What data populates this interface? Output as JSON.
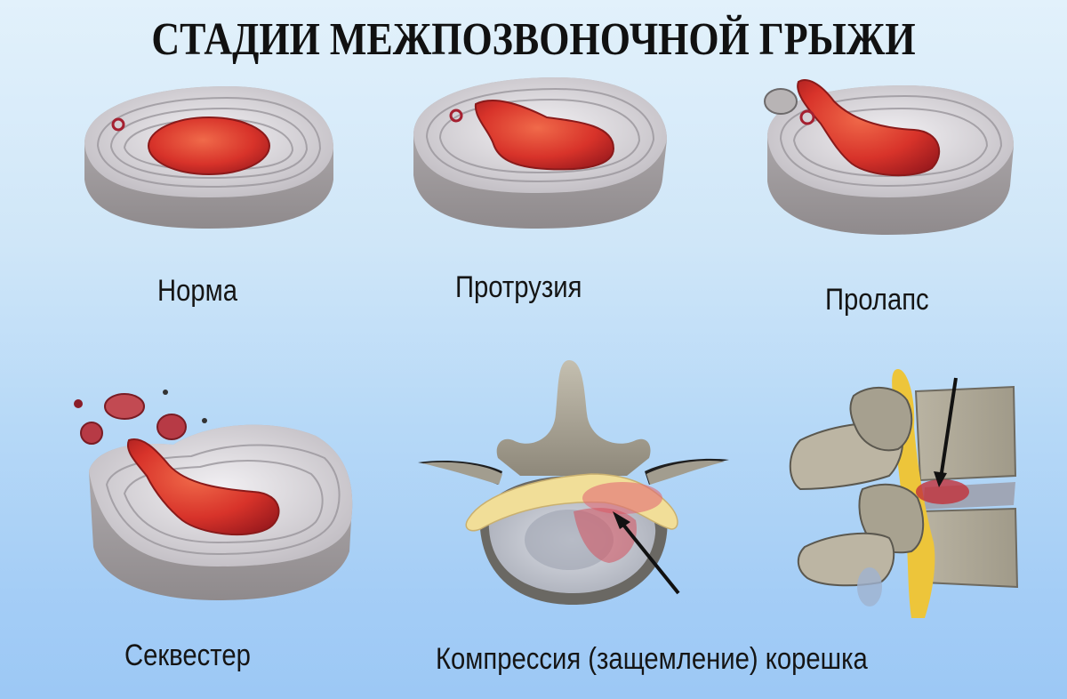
{
  "title": "СТАДИИ МЕЖПОЗВОНОЧНОЙ ГРЫЖИ",
  "stages": [
    {
      "id": "norma",
      "label": "Норма"
    },
    {
      "id": "protrusion",
      "label": "Протрузия"
    },
    {
      "id": "prolapse",
      "label": "Пролапс"
    },
    {
      "id": "sequester",
      "label": "Секвестер"
    },
    {
      "id": "compression",
      "label": "Компрессия (защемление) корешка"
    }
  ],
  "colors": {
    "background_top": "#e2f1fb",
    "background_bottom": "#9cc8f5",
    "nucleus": "#d8332a",
    "annulus": "#c9c6cc",
    "bone": "#a9a393",
    "nerve": "#f1d77a",
    "arrow": "#111111"
  }
}
